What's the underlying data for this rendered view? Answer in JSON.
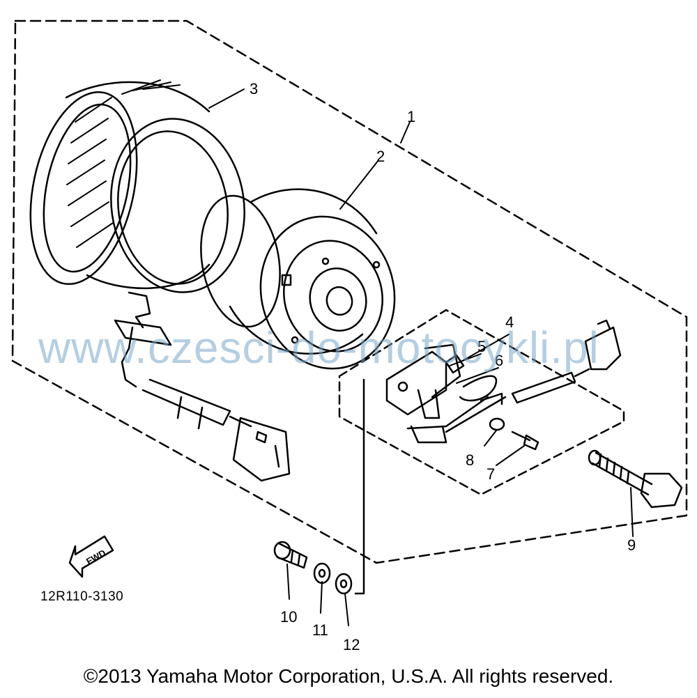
{
  "watermark": "www.czesci-do-motocykli.pl",
  "diagram_code": "12R110-3130",
  "copyright": "©2013 Yamaha Motor Corporation, U.S.A. All rights reserved.",
  "arrow_label": "FWD",
  "callouts": [
    "1",
    "2",
    "3",
    "4",
    "5",
    "6",
    "7",
    "8",
    "9",
    "10",
    "11",
    "12"
  ]
}
